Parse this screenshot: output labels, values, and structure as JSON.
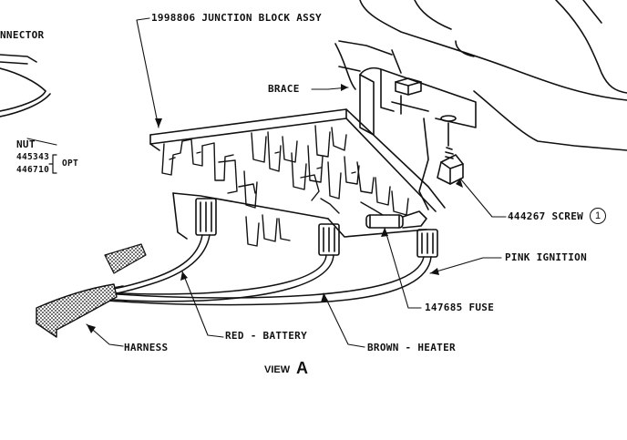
{
  "labels": {
    "junction_block": "1998806 JUNCTION BLOCK ASSY",
    "connector": "NNECTOR",
    "brace": "BRACE",
    "nut": "NUT",
    "part_445343": "445343",
    "part_446710": "446710",
    "opt": "OPT",
    "screw": "444267 SCREW",
    "screw_callout": "1",
    "pink_ignition": "PINK IGNITION",
    "fuse": "147685 FUSE",
    "red_battery": "RED - BATTERY",
    "harness": "HARNESS",
    "brown_heater": "BROWN - HEATER",
    "view_word": "VIEW",
    "view_letter": "A"
  },
  "colors": {
    "ink": "#111111",
    "paper": "#ffffff"
  }
}
